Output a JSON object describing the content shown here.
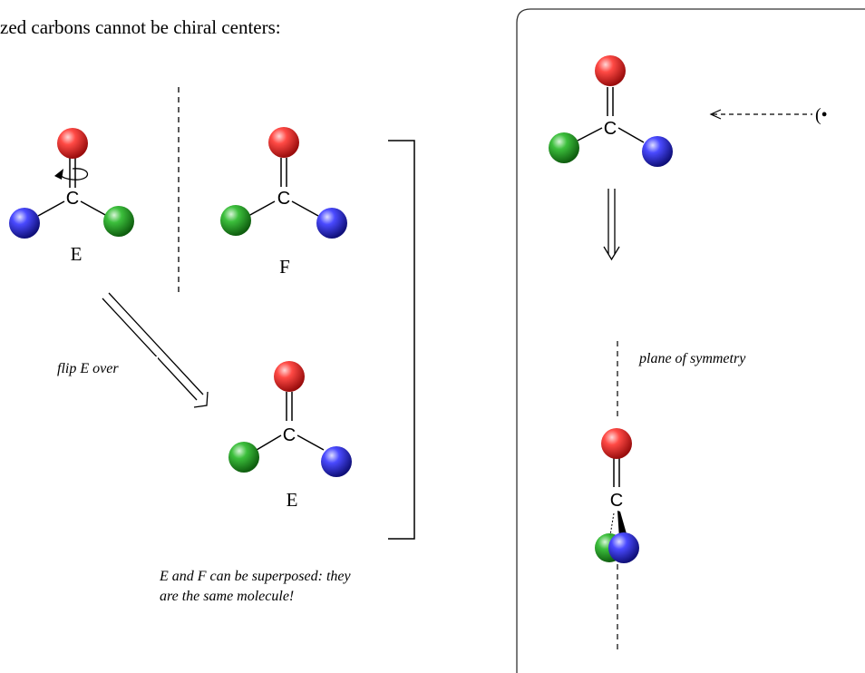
{
  "header_text": "zed carbons cannot be chiral centers:",
  "molecules": {
    "e_top": {
      "atom": "C",
      "label": "E"
    },
    "f_top": {
      "atom": "C",
      "label": "F"
    },
    "e_flipped": {
      "atom": "C",
      "label": "E"
    }
  },
  "flip_label": "flip E over",
  "conclusion": {
    "line1": "E and F can be superposed: they",
    "line2": "are the same molecule!"
  },
  "right_panel": {
    "mol_top": {
      "atom": "C"
    },
    "eye_glyph": "(•",
    "plane_label": "plane of symmetry",
    "mol_side": {
      "atom": "C"
    }
  },
  "colors": {
    "red": "#e8201c",
    "green": "#22a322",
    "blue": "#2a2ae8",
    "line": "#000000",
    "frame": "#333333"
  }
}
